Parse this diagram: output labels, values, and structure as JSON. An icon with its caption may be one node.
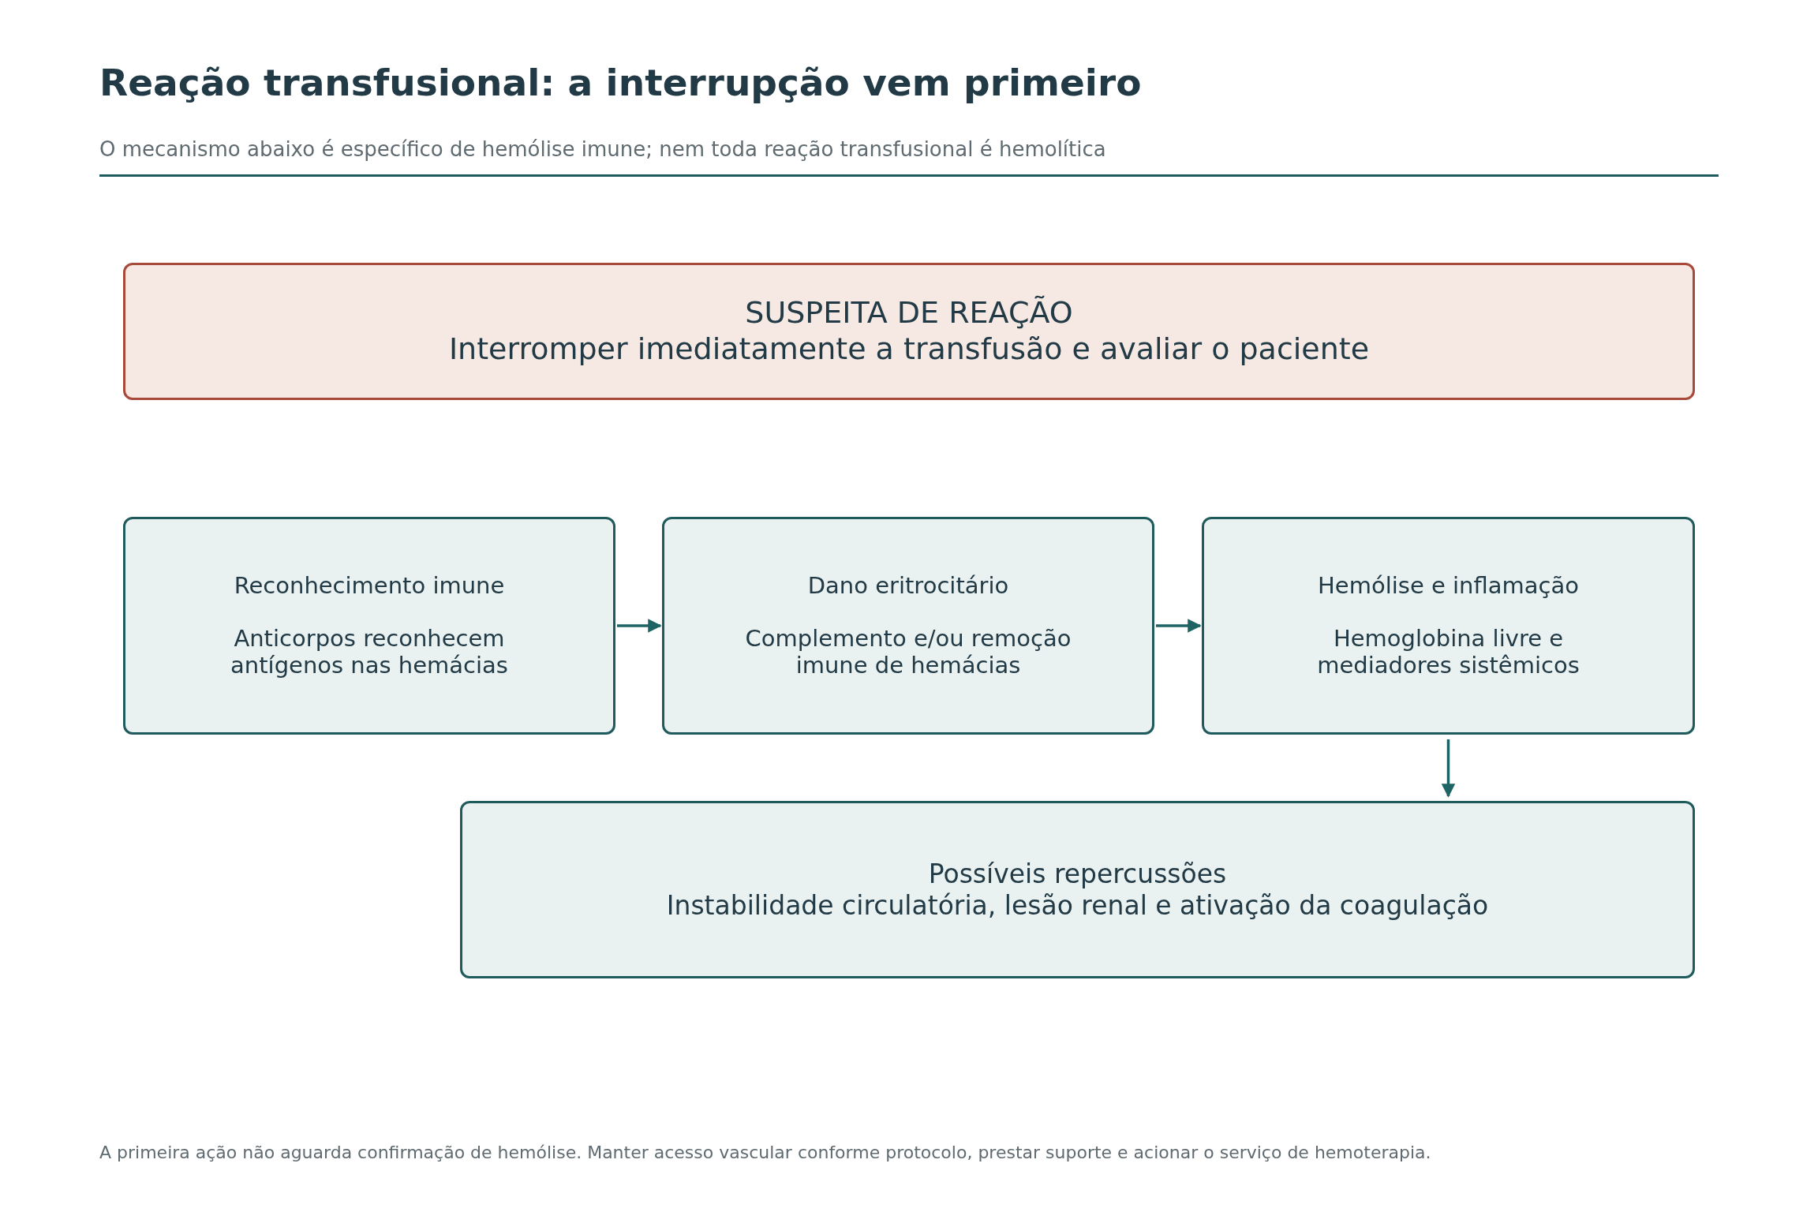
{
  "diagram": {
    "title": "Reação transfusional: a interrupção vem primeiro",
    "caption": "A primeira ação não aguarda confirmação de hemólise. Manter acesso vascular conforme protocolo, prestar suporte e acionar o serviço de hemoterapia.",
    "nodes": [
      {
        "text": [
          "SUSPEITA DE REAÇÃO",
          "Interromper imediatamente a transfusão e avaliar o paciente"
        ]
      },
      {
        "text": [
          "Reconhecimento imune",
          "Anticorpos reconhecem antígenos nas hemácias"
        ]
      },
      {
        "text": [
          "Dano eritrocitário",
          "Complemento e/ou remoção imune de hemácias"
        ]
      },
      {
        "text": [
          "Hemólise e inflamação",
          "Hemoglobina livre e mediadores sistêmicos"
        ]
      },
      {
        "text": [
          "Possíveis repercussões",
          "Instabilidade circulatória, lesão renal e ativação da coagulação"
        ]
      }
    ],
    "edges": [
      {
        "from": 1,
        "to": 2,
        "arrow": "to"
      },
      {
        "from": 2,
        "to": 3,
        "arrow": "to"
      },
      {
        "from": 3,
        "to": 4,
        "arrow": "to"
      }
    ],
    "labels": [
      "O mecanismo abaixo é específico de hemólise imune; nem toda reação transfusional é hemolítica"
    ]
  }
}
